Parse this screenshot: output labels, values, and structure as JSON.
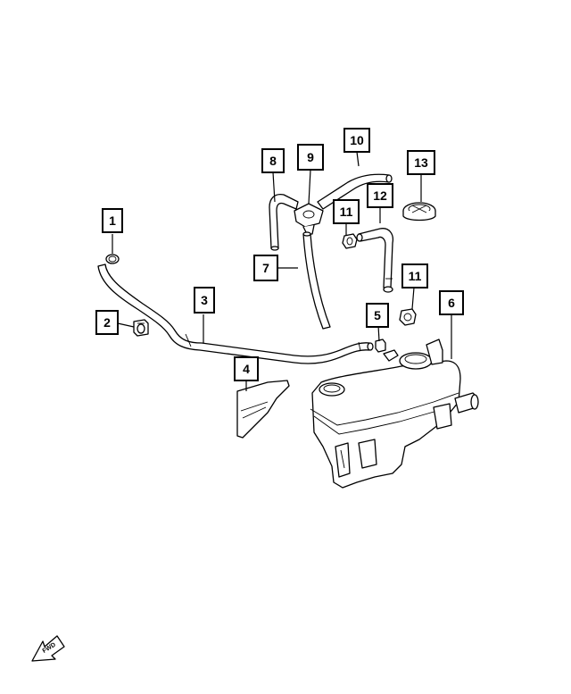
{
  "diagram": {
    "callouts": [
      {
        "id": "c1",
        "label": "1"
      },
      {
        "id": "c2",
        "label": "2"
      },
      {
        "id": "c3",
        "label": "3"
      },
      {
        "id": "c4",
        "label": "4"
      },
      {
        "id": "c5",
        "label": "5"
      },
      {
        "id": "c6",
        "label": "6"
      },
      {
        "id": "c7",
        "label": "7"
      },
      {
        "id": "c8",
        "label": "8"
      },
      {
        "id": "c9",
        "label": "9"
      },
      {
        "id": "c10",
        "label": "10"
      },
      {
        "id": "c11a",
        "label": "11"
      },
      {
        "id": "c11b",
        "label": "11"
      },
      {
        "id": "c12",
        "label": "12"
      },
      {
        "id": "c13",
        "label": "13"
      }
    ],
    "direction_icon": {
      "name": "front-direction-arrow-icon",
      "label": "FWD"
    }
  }
}
